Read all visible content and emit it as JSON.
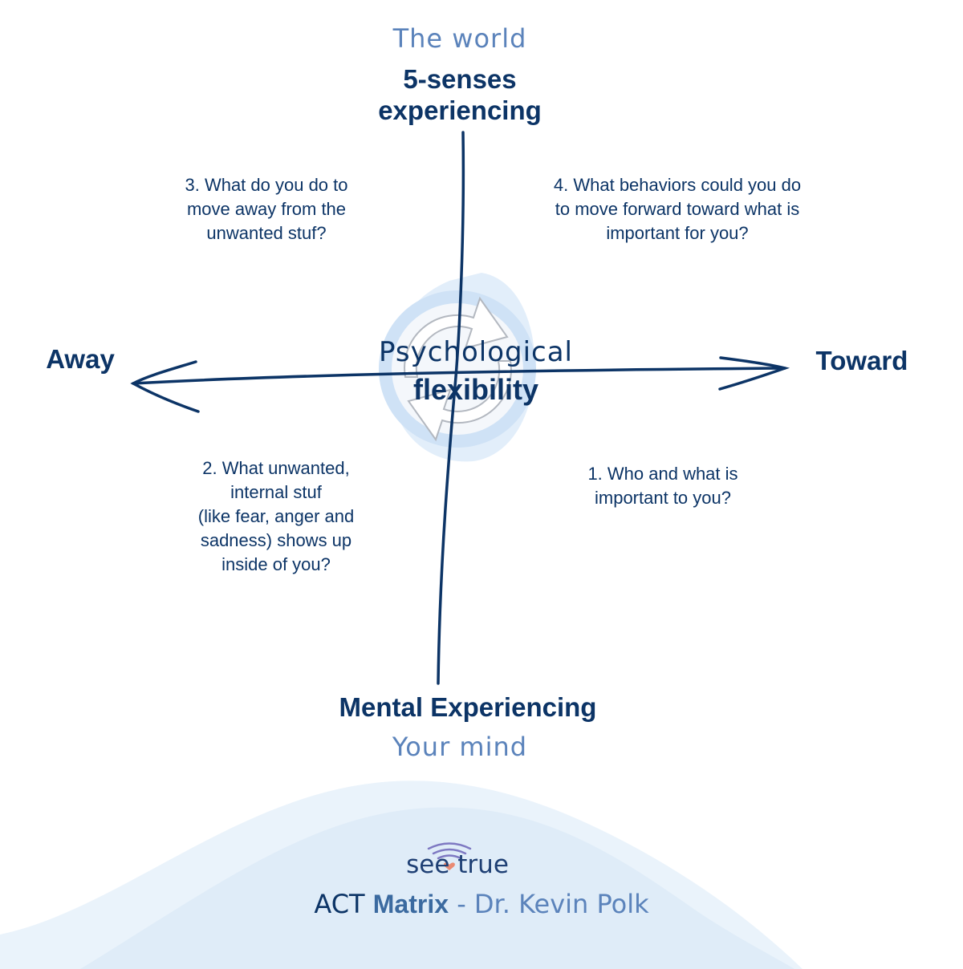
{
  "colors": {
    "navy": "#0c3466",
    "light_blue": "#5b83bb",
    "mid_blue": "#3b6aa0",
    "bg_wave_1": "#eaf3fb",
    "bg_wave_2": "#dceaf7",
    "logo_arc": "#7e79c2",
    "logo_heart": "#e98a73"
  },
  "top_axis": {
    "subtitle": "The world",
    "title_line1": "5-senses",
    "title_line2": "experiencing"
  },
  "bottom_axis": {
    "title": "Mental Experiencing",
    "subtitle": "Your mind"
  },
  "left_axis": {
    "label": "Away"
  },
  "right_axis": {
    "label": "Toward"
  },
  "center": {
    "line1": "Psychological",
    "line2": "flexibility",
    "icon": "cycle-arrows-icon"
  },
  "quadrants": {
    "q3": {
      "lines": [
        "3. What do you do to",
        "move away from the",
        "unwanted stuf?"
      ]
    },
    "q4": {
      "lines": [
        "4. What behaviors could you do",
        "to move forward toward what is",
        "important for you?"
      ]
    },
    "q2": {
      "lines": [
        "2. What unwanted,",
        "internal stuf",
        "(like fear, anger and",
        "sadness) shows up",
        "inside of you?"
      ]
    },
    "q1": {
      "lines": [
        "1. Who and what is",
        "important to you?"
      ]
    }
  },
  "footer": {
    "logo_word1": "see",
    "logo_word2": "true",
    "caption_act": "ACT",
    "caption_matrix": "Matrix",
    "caption_rest": "- Dr. Kevin Polk"
  }
}
